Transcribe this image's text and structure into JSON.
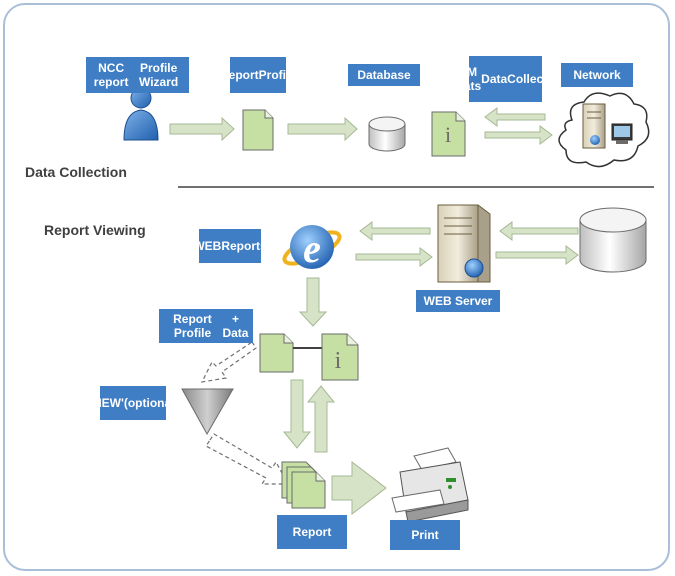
{
  "sections": {
    "data_collection": "Data Collection",
    "report_viewing": "Report Viewing"
  },
  "labels": {
    "ncc_wizard": [
      "NCC report",
      "Profile Wizard"
    ],
    "report_profile": [
      "Report",
      "Profile"
    ],
    "database": "Database",
    "vim_stats": [
      "VIM Stats",
      "Data",
      "Collector"
    ],
    "network": "Network",
    "web_reports": [
      "WEB",
      "Reports"
    ],
    "web_server": "WEB Server",
    "report_profile_data": [
      "Report Profile",
      "+ Data"
    ],
    "view_optional": [
      "'VIEW'",
      "(optional)"
    ],
    "report": "Report",
    "print": "Print"
  },
  "colors": {
    "label_bg": "#3f7ec4",
    "label_text": "#ffffff",
    "arrow_fill": "#d7e3c7",
    "document_fill": "#c6e0a4",
    "frame_border": "#a9bfd9"
  },
  "icons": [
    "user-icon",
    "document-icon",
    "database-icon",
    "info-document-icon",
    "network-server-icon",
    "internet-explorer-icon",
    "web-server-icon",
    "funnel-icon",
    "report-stack-icon",
    "printer-icon"
  ]
}
